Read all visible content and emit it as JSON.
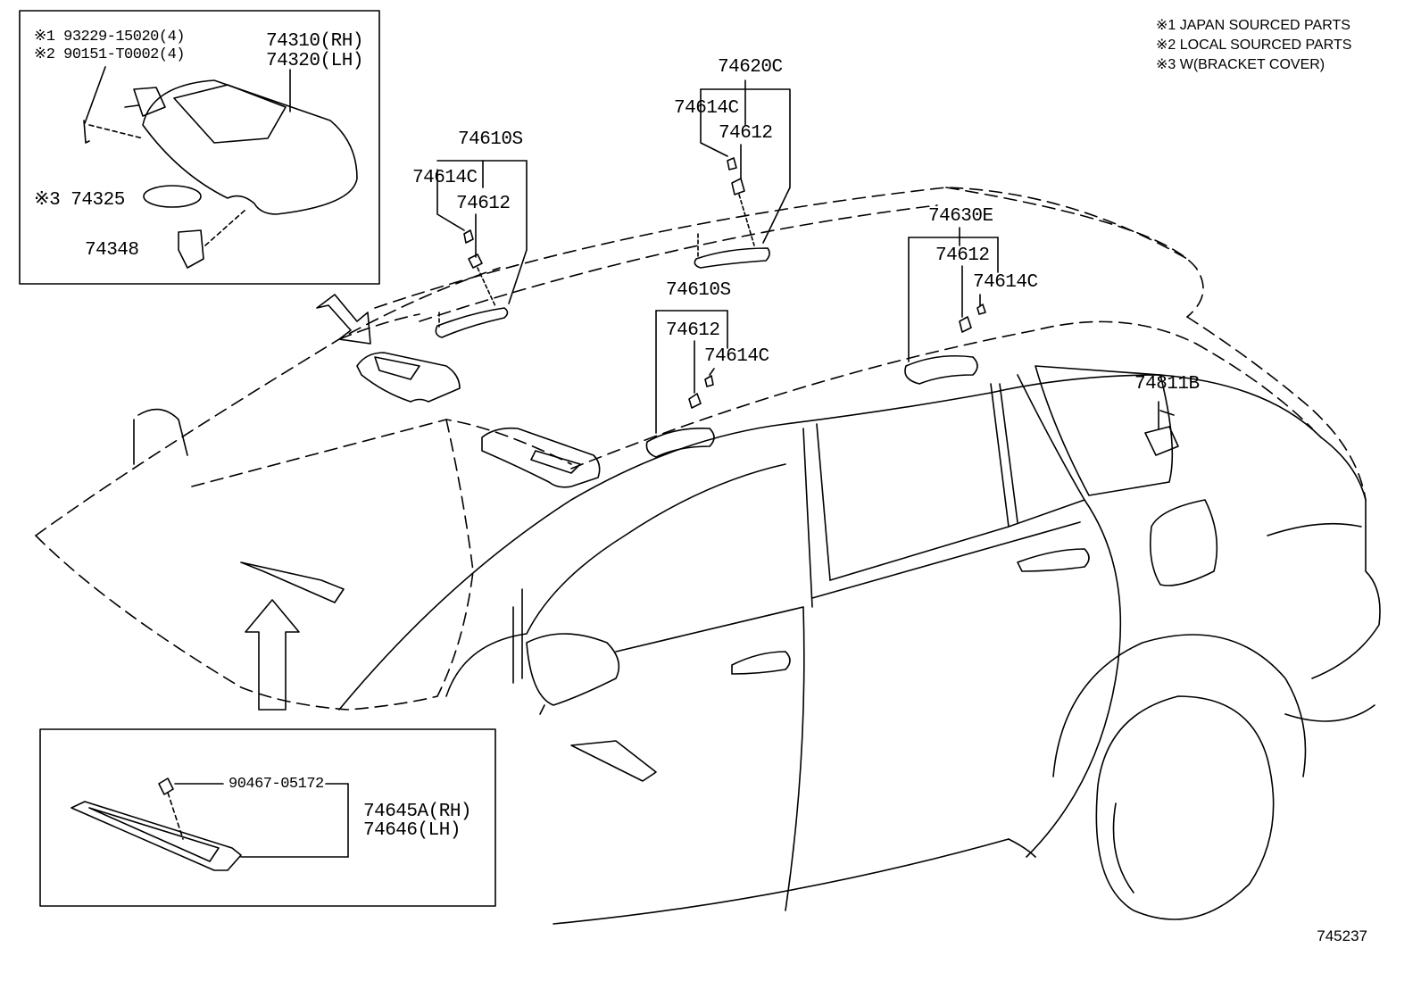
{
  "legend": {
    "note1": "※1 JAPAN SOURCED PARTS",
    "note2": "※2 LOCAL SOURCED PARTS",
    "note3": "※3 W(BRACKET COVER)"
  },
  "inset_visor": {
    "screw1": "※1 93229-15020(4)",
    "screw2": "※2 90151-T0002(4)",
    "visor_rh": "74310(RH)",
    "visor_lh": "74320(LH)",
    "cover": "※3 74325",
    "holder": "74348"
  },
  "inset_trim": {
    "clip": "90467-05172",
    "trim_rh": "74645A(RH)",
    "trim_lh": "74646(LH)"
  },
  "grip_front": {
    "assy": "74610S",
    "plug": "74614C",
    "clip": "74612"
  },
  "grip_roof": {
    "assy": "74620C",
    "plug": "74614C",
    "clip": "74612"
  },
  "grip_mid": {
    "assy": "74610S",
    "clip": "74612",
    "plug": "74614C"
  },
  "grip_rear": {
    "assy": "74630E",
    "clip": "74612",
    "plug": "74614C"
  },
  "hook": {
    "part": "74811B"
  },
  "diagram_code": "745237"
}
